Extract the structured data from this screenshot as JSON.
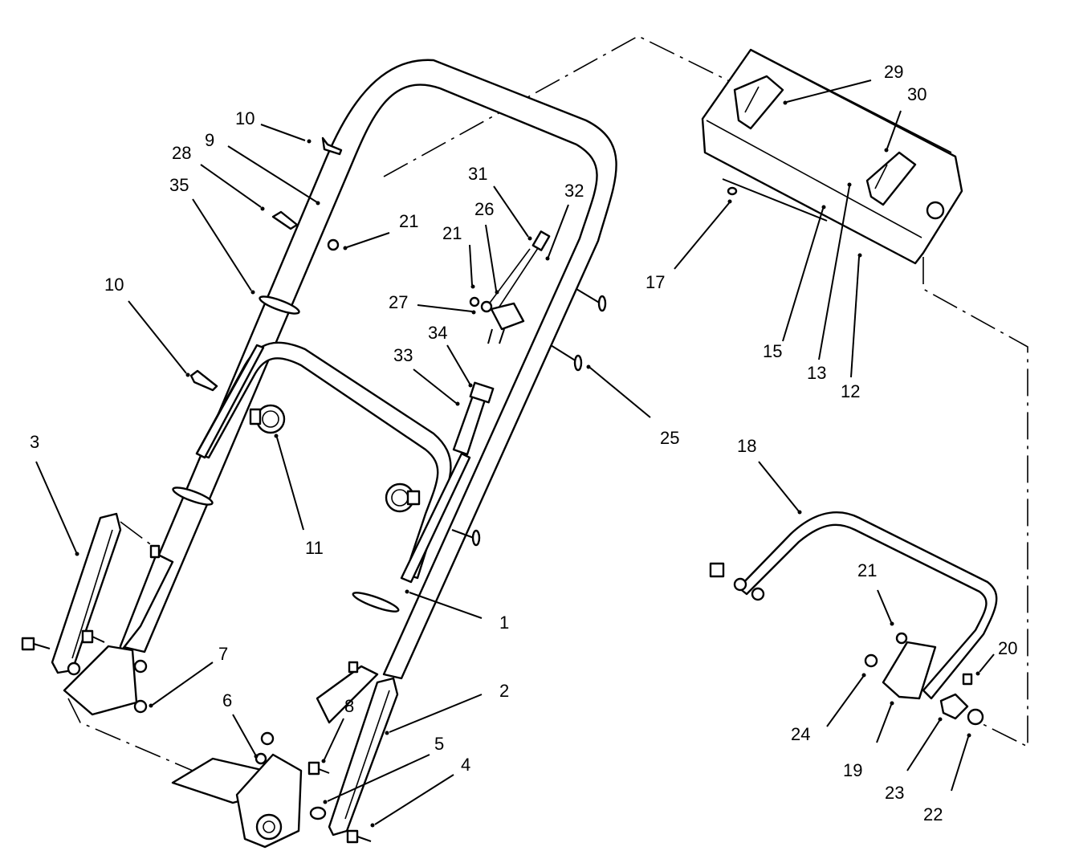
{
  "callouts": [
    {
      "id": "c1",
      "text": "1"
    },
    {
      "id": "c2",
      "text": "2"
    },
    {
      "id": "c3",
      "text": "3"
    },
    {
      "id": "c4",
      "text": "4"
    },
    {
      "id": "c5",
      "text": "5"
    },
    {
      "id": "c6",
      "text": "6"
    },
    {
      "id": "c7",
      "text": "7"
    },
    {
      "id": "c8",
      "text": "8"
    },
    {
      "id": "c9",
      "text": "9"
    },
    {
      "id": "c10a",
      "text": "10"
    },
    {
      "id": "c10b",
      "text": "10"
    },
    {
      "id": "c11",
      "text": "11"
    },
    {
      "id": "c12",
      "text": "12"
    },
    {
      "id": "c13",
      "text": "13"
    },
    {
      "id": "c15",
      "text": "15"
    },
    {
      "id": "c17",
      "text": "17"
    },
    {
      "id": "c18",
      "text": "18"
    },
    {
      "id": "c19",
      "text": "19"
    },
    {
      "id": "c20",
      "text": "20"
    },
    {
      "id": "c21a",
      "text": "21"
    },
    {
      "id": "c21b",
      "text": "21"
    },
    {
      "id": "c21c",
      "text": "21"
    },
    {
      "id": "c22",
      "text": "22"
    },
    {
      "id": "c23",
      "text": "23"
    },
    {
      "id": "c24",
      "text": "24"
    },
    {
      "id": "c25",
      "text": "25"
    },
    {
      "id": "c26",
      "text": "26"
    },
    {
      "id": "c27",
      "text": "27"
    },
    {
      "id": "c28",
      "text": "28"
    },
    {
      "id": "c29",
      "text": "29"
    },
    {
      "id": "c30",
      "text": "30"
    },
    {
      "id": "c31",
      "text": "31"
    },
    {
      "id": "c32",
      "text": "32"
    },
    {
      "id": "c33",
      "text": "33"
    },
    {
      "id": "c34",
      "text": "34"
    },
    {
      "id": "c35",
      "text": "35"
    }
  ]
}
